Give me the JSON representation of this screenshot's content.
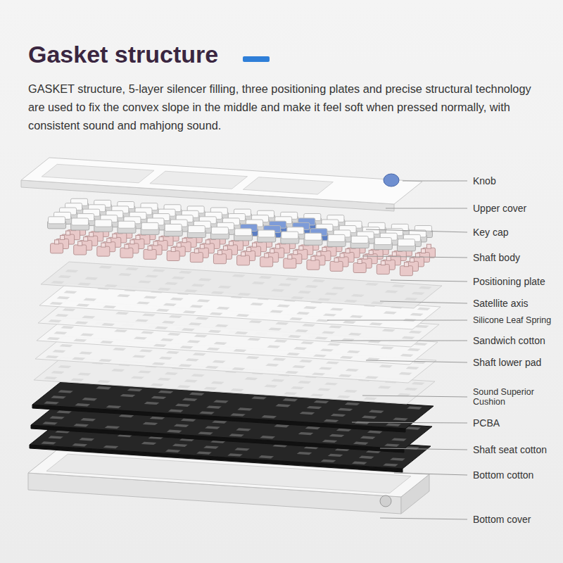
{
  "diagram": {
    "title": "Gasket structure",
    "caption": "GASKET structure, 5-layer silencer filling, three positioning plates and precise structural technology are used to fix the convex slope in the middle and make it feel soft when pressed normally, with consistent sound and mahjong sound.",
    "labels": [
      "Knob",
      "Upper cover",
      "Key cap",
      "Shaft body",
      "Positioning plate",
      "Satellite axis",
      "Silicone Leaf Spring",
      "Sandwich cotton",
      "Shaft lower pad",
      "Sound Superior Cushion",
      "PCBA",
      "Shaft seat cotton",
      "Bottom cotton",
      "Bottom cover"
    ]
  }
}
